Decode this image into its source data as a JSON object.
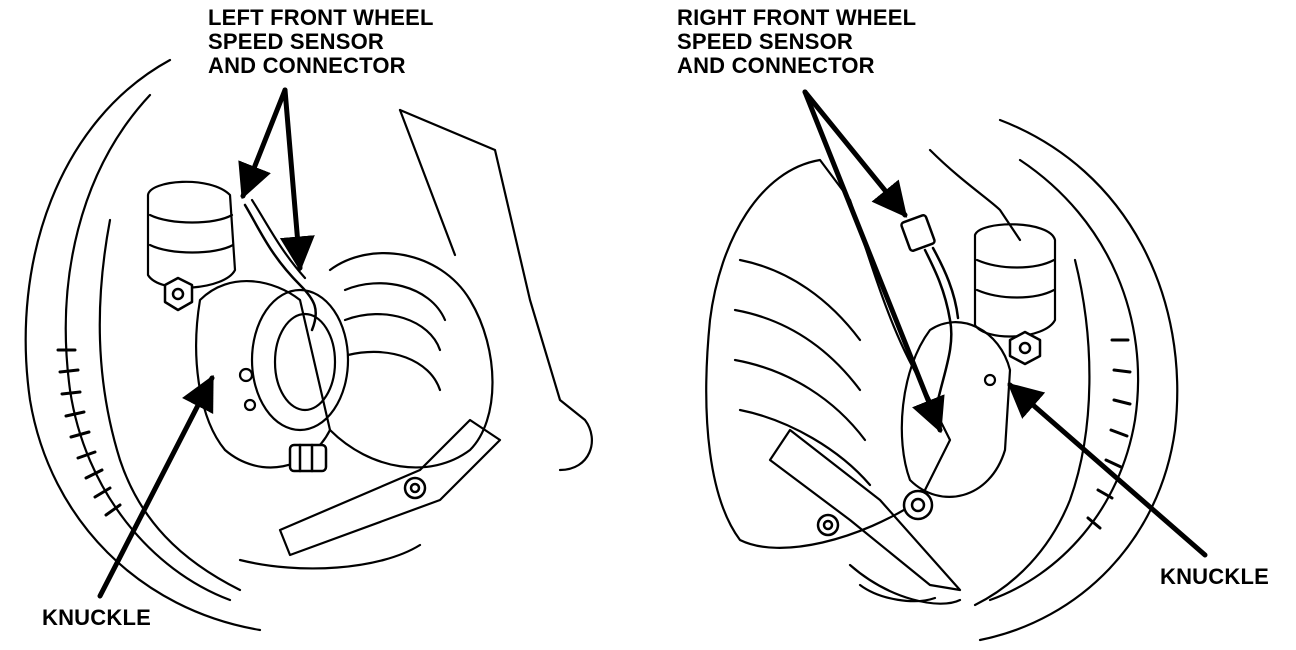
{
  "labels": {
    "left_sensor": [
      "LEFT FRONT WHEEL",
      "SPEED SENSOR",
      "AND CONNECTOR"
    ],
    "right_sensor": [
      "RIGHT FRONT WHEEL",
      "SPEED SENSOR",
      "AND CONNECTOR"
    ],
    "left_knuckle": "KNUCKLE",
    "right_knuckle": "KNUCKLE"
  },
  "colors": {
    "ink": "#000000",
    "paper": "#ffffff"
  }
}
